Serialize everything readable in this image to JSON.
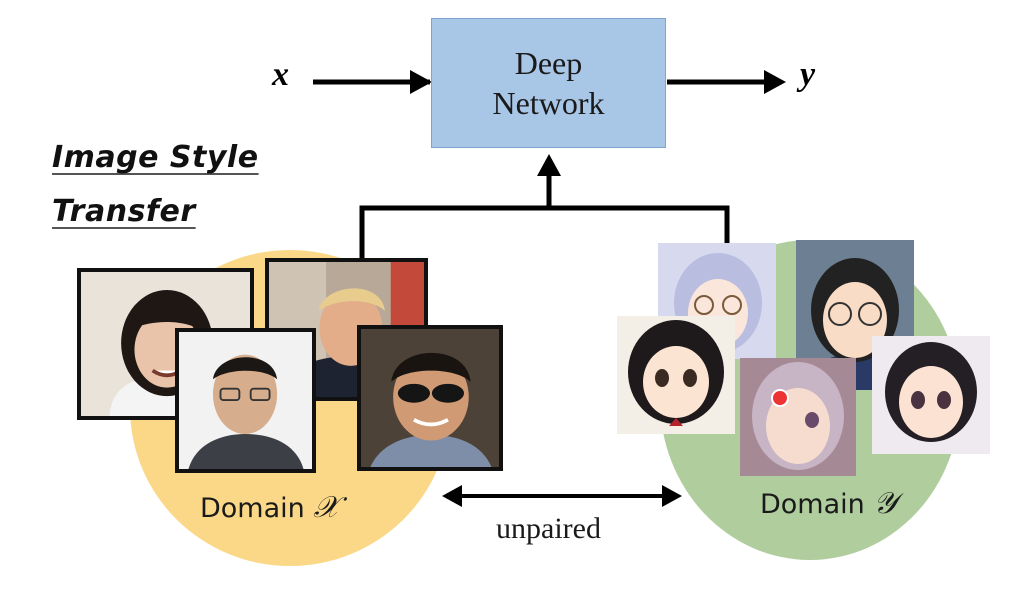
{
  "network": {
    "line1": "Deep",
    "line2": "Network"
  },
  "input_var": "x",
  "output_var": "y",
  "title": {
    "line1": "Image Style",
    "line2": "Transfer"
  },
  "domain_x": {
    "prefix": "Domain ",
    "symbol": "𝒳"
  },
  "domain_y": {
    "prefix": "Domain ",
    "symbol": "𝒴"
  },
  "relation_label": "unpaired",
  "colors": {
    "domain_x_blob": "#f9d47a",
    "domain_y_blob": "#a7c893",
    "network_box": "#a8c6e6",
    "arrow": "#000000"
  }
}
